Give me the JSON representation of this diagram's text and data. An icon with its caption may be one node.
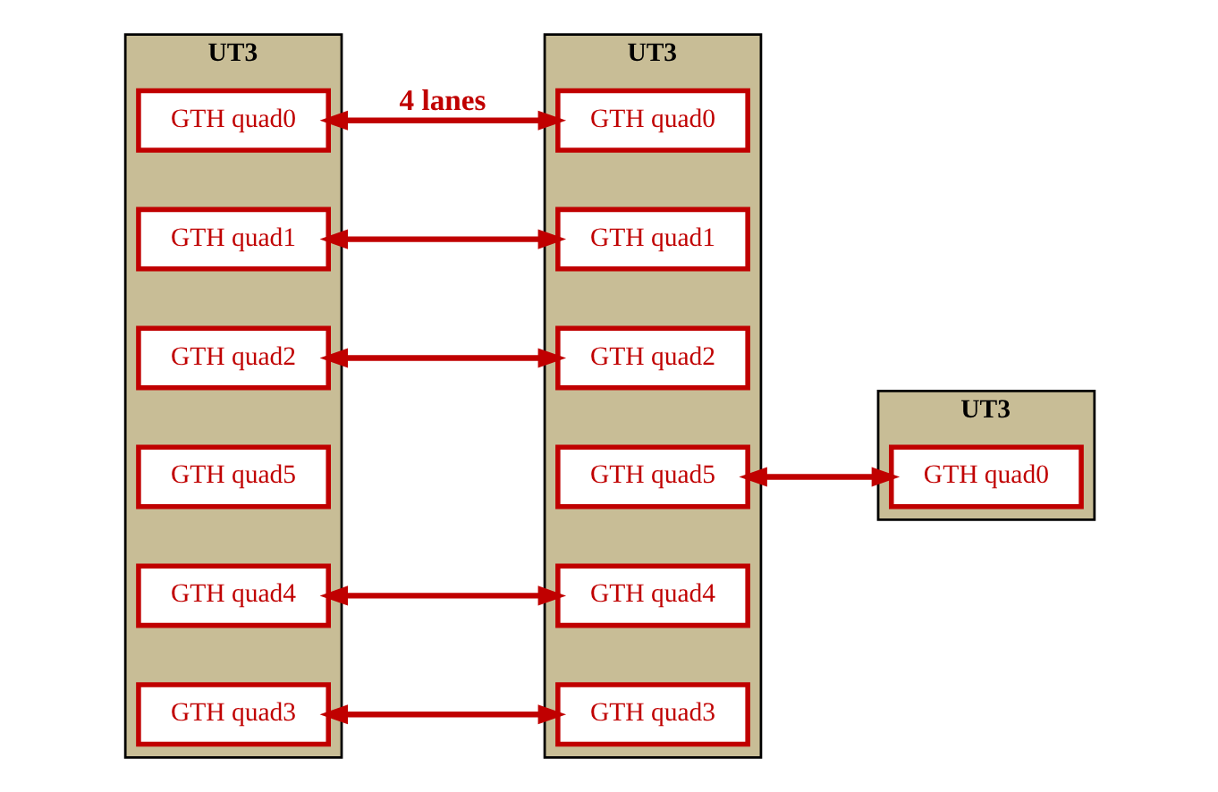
{
  "diagram": {
    "nodes": [
      {
        "text": [
          "UT3"
        ]
      },
      {
        "text": [
          "GTH quad0"
        ],
        "in": 0
      },
      {
        "text": [
          "GTH quad1"
        ],
        "in": 0
      },
      {
        "text": [
          "GTH quad2"
        ],
        "in": 0
      },
      {
        "text": [
          "GTH quad5"
        ],
        "in": 0
      },
      {
        "text": [
          "GTH quad4"
        ],
        "in": 0
      },
      {
        "text": [
          "GTH quad3"
        ],
        "in": 0
      },
      {
        "text": [
          "UT3"
        ]
      },
      {
        "text": [
          "GTH quad0"
        ],
        "in": 7
      },
      {
        "text": [
          "GTH quad1"
        ],
        "in": 7
      },
      {
        "text": [
          "GTH quad2"
        ],
        "in": 7
      },
      {
        "text": [
          "GTH quad5"
        ],
        "in": 7
      },
      {
        "text": [
          "GTH quad4"
        ],
        "in": 7
      },
      {
        "text": [
          "GTH quad3"
        ],
        "in": 7
      },
      {
        "text": [
          "UT3"
        ]
      },
      {
        "text": [
          "GTH quad0"
        ],
        "in": 14
      }
    ],
    "edges": [
      {
        "from": 1,
        "to": 8,
        "arrow": "both",
        "label": "4 lanes"
      },
      {
        "from": 2,
        "to": 9,
        "arrow": "both"
      },
      {
        "from": 3,
        "to": 10,
        "arrow": "both"
      },
      {
        "from": 11,
        "to": 15,
        "arrow": "both"
      },
      {
        "from": 5,
        "to": 12,
        "arrow": "both"
      },
      {
        "from": 6,
        "to": 13,
        "arrow": "both"
      }
    ]
  }
}
